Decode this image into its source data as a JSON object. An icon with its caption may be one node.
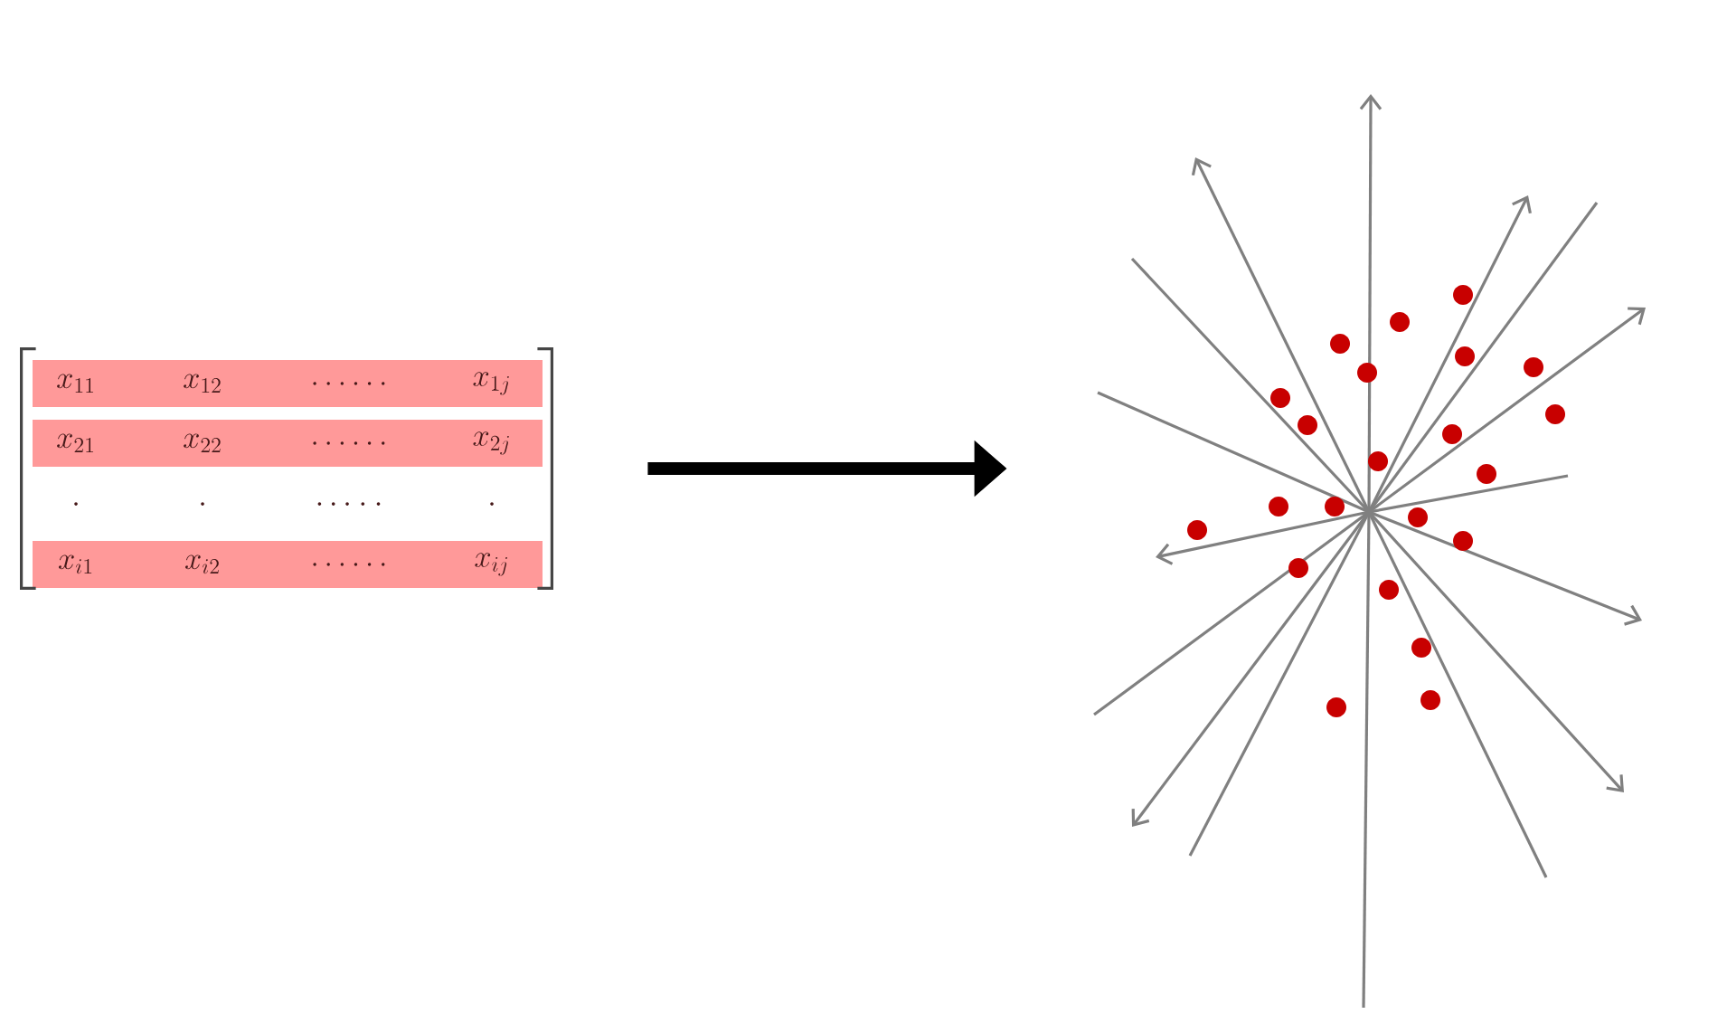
{
  "diagram": {
    "nodes": [
      {
        "text": [],
        "shape": "bracket"
      },
      {
        "text": [],
        "shape": "picture"
      }
    ],
    "edges": [
      {
        "from": 0,
        "to": 1,
        "arrow": "to"
      }
    ],
    "labels": [
      "x_{11}",
      "x_{12}",
      "\\ldots\\ldots",
      "x_{1j}",
      "x_{21}",
      "x_{22}",
      "\\ldots\\ldots",
      "x_{2j}",
      "\\cdot",
      "\\cdot",
      "\\cdots\\cdot\\cdot",
      "\\cdot",
      "x_{i1}",
      "x_{i2}",
      "\\ldots\\ldots",
      "x_{ij}"
    ]
  }
}
